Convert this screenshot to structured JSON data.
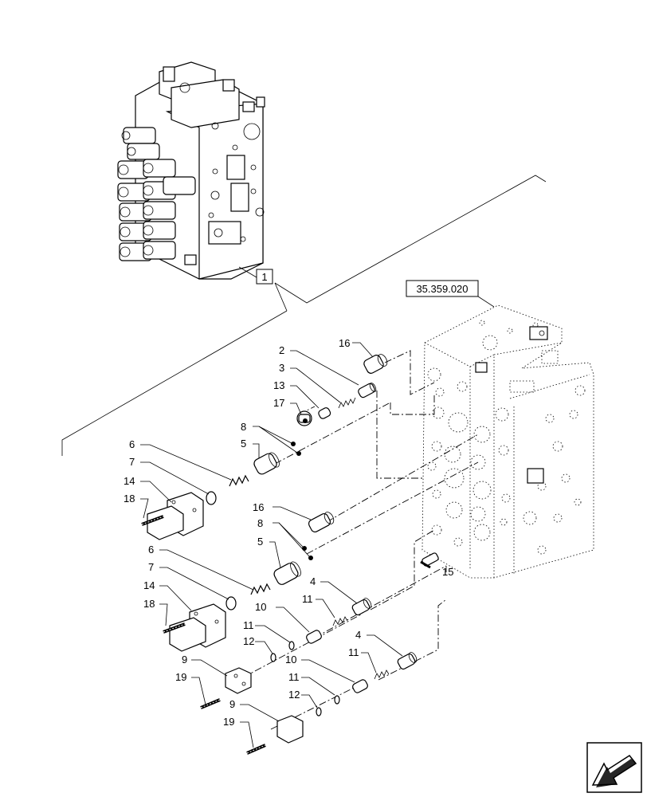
{
  "labels": {
    "assembly_ref": "1",
    "section_ref": "35.359.020",
    "parts": {
      "p2": "2",
      "p3": "3",
      "p4a": "4",
      "p4b": "4",
      "p5a": "5",
      "p5b": "5",
      "p6a": "6",
      "p6b": "6",
      "p7a": "7",
      "p7b": "7",
      "p8a": "8",
      "p8b": "8",
      "p9a": "9",
      "p9b": "9",
      "p10a": "10",
      "p10b": "10",
      "p11a": "11",
      "p11b": "11",
      "p11c": "11",
      "p11d": "11",
      "p12a": "12",
      "p12b": "12",
      "p13": "13",
      "p14a": "14",
      "p14b": "14",
      "p15": "15",
      "p16a": "16",
      "p16b": "16",
      "p17": "17",
      "p18a": "18",
      "p18b": "18",
      "p19a": "19",
      "p19b": "19"
    }
  },
  "icons": {
    "nav_arrow": "arrow-icon",
    "valve_assembly": "control-valve-assembly-icon",
    "valve_section": "valve-section-block-icon"
  }
}
